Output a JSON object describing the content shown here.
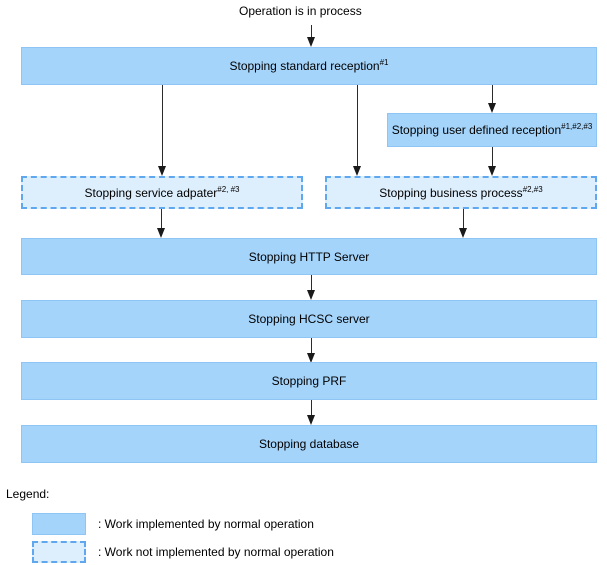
{
  "diagram": {
    "entry_caption": "Operation is in process",
    "colors": {
      "solid_fill": "#a5d4fb",
      "solid_border": "#8ec5f5",
      "dashed_fill": "#ddeefd",
      "dashed_border": "#5fa8ef",
      "arrow": "#2b2b2b",
      "text": "#000000",
      "background": "#ffffff"
    },
    "nodes": [
      {
        "id": "stopping-standard-reception",
        "label": "Stopping standard reception",
        "footnotes": "#1",
        "style": "solid"
      },
      {
        "id": "stopping-user-defined-reception",
        "label": "Stopping user defined reception",
        "footnotes": "#1,#2,#3",
        "style": "solid"
      },
      {
        "id": "stopping-service-adpater",
        "label": "Stopping service adpater",
        "footnotes": "#2, #3",
        "style": "dashed"
      },
      {
        "id": "stopping-business-process",
        "label": "Stopping business process",
        "footnotes": "#2,#3",
        "style": "dashed"
      },
      {
        "id": "stopping-http-server",
        "label": "Stopping HTTP Server",
        "footnotes": "",
        "style": "solid"
      },
      {
        "id": "stopping-hcsc-server",
        "label": "Stopping HCSC server",
        "footnotes": "",
        "style": "solid"
      },
      {
        "id": "stopping-prf",
        "label": "Stopping PRF",
        "footnotes": "",
        "style": "solid"
      },
      {
        "id": "stopping-database",
        "label": "Stopping database",
        "footnotes": "",
        "style": "solid"
      }
    ]
  },
  "legend": {
    "title": "Legend:",
    "items": [
      {
        "style": "solid",
        "text": ": Work implemented by normal operation"
      },
      {
        "style": "dashed",
        "text": ": Work not implemented by normal operation"
      }
    ]
  }
}
